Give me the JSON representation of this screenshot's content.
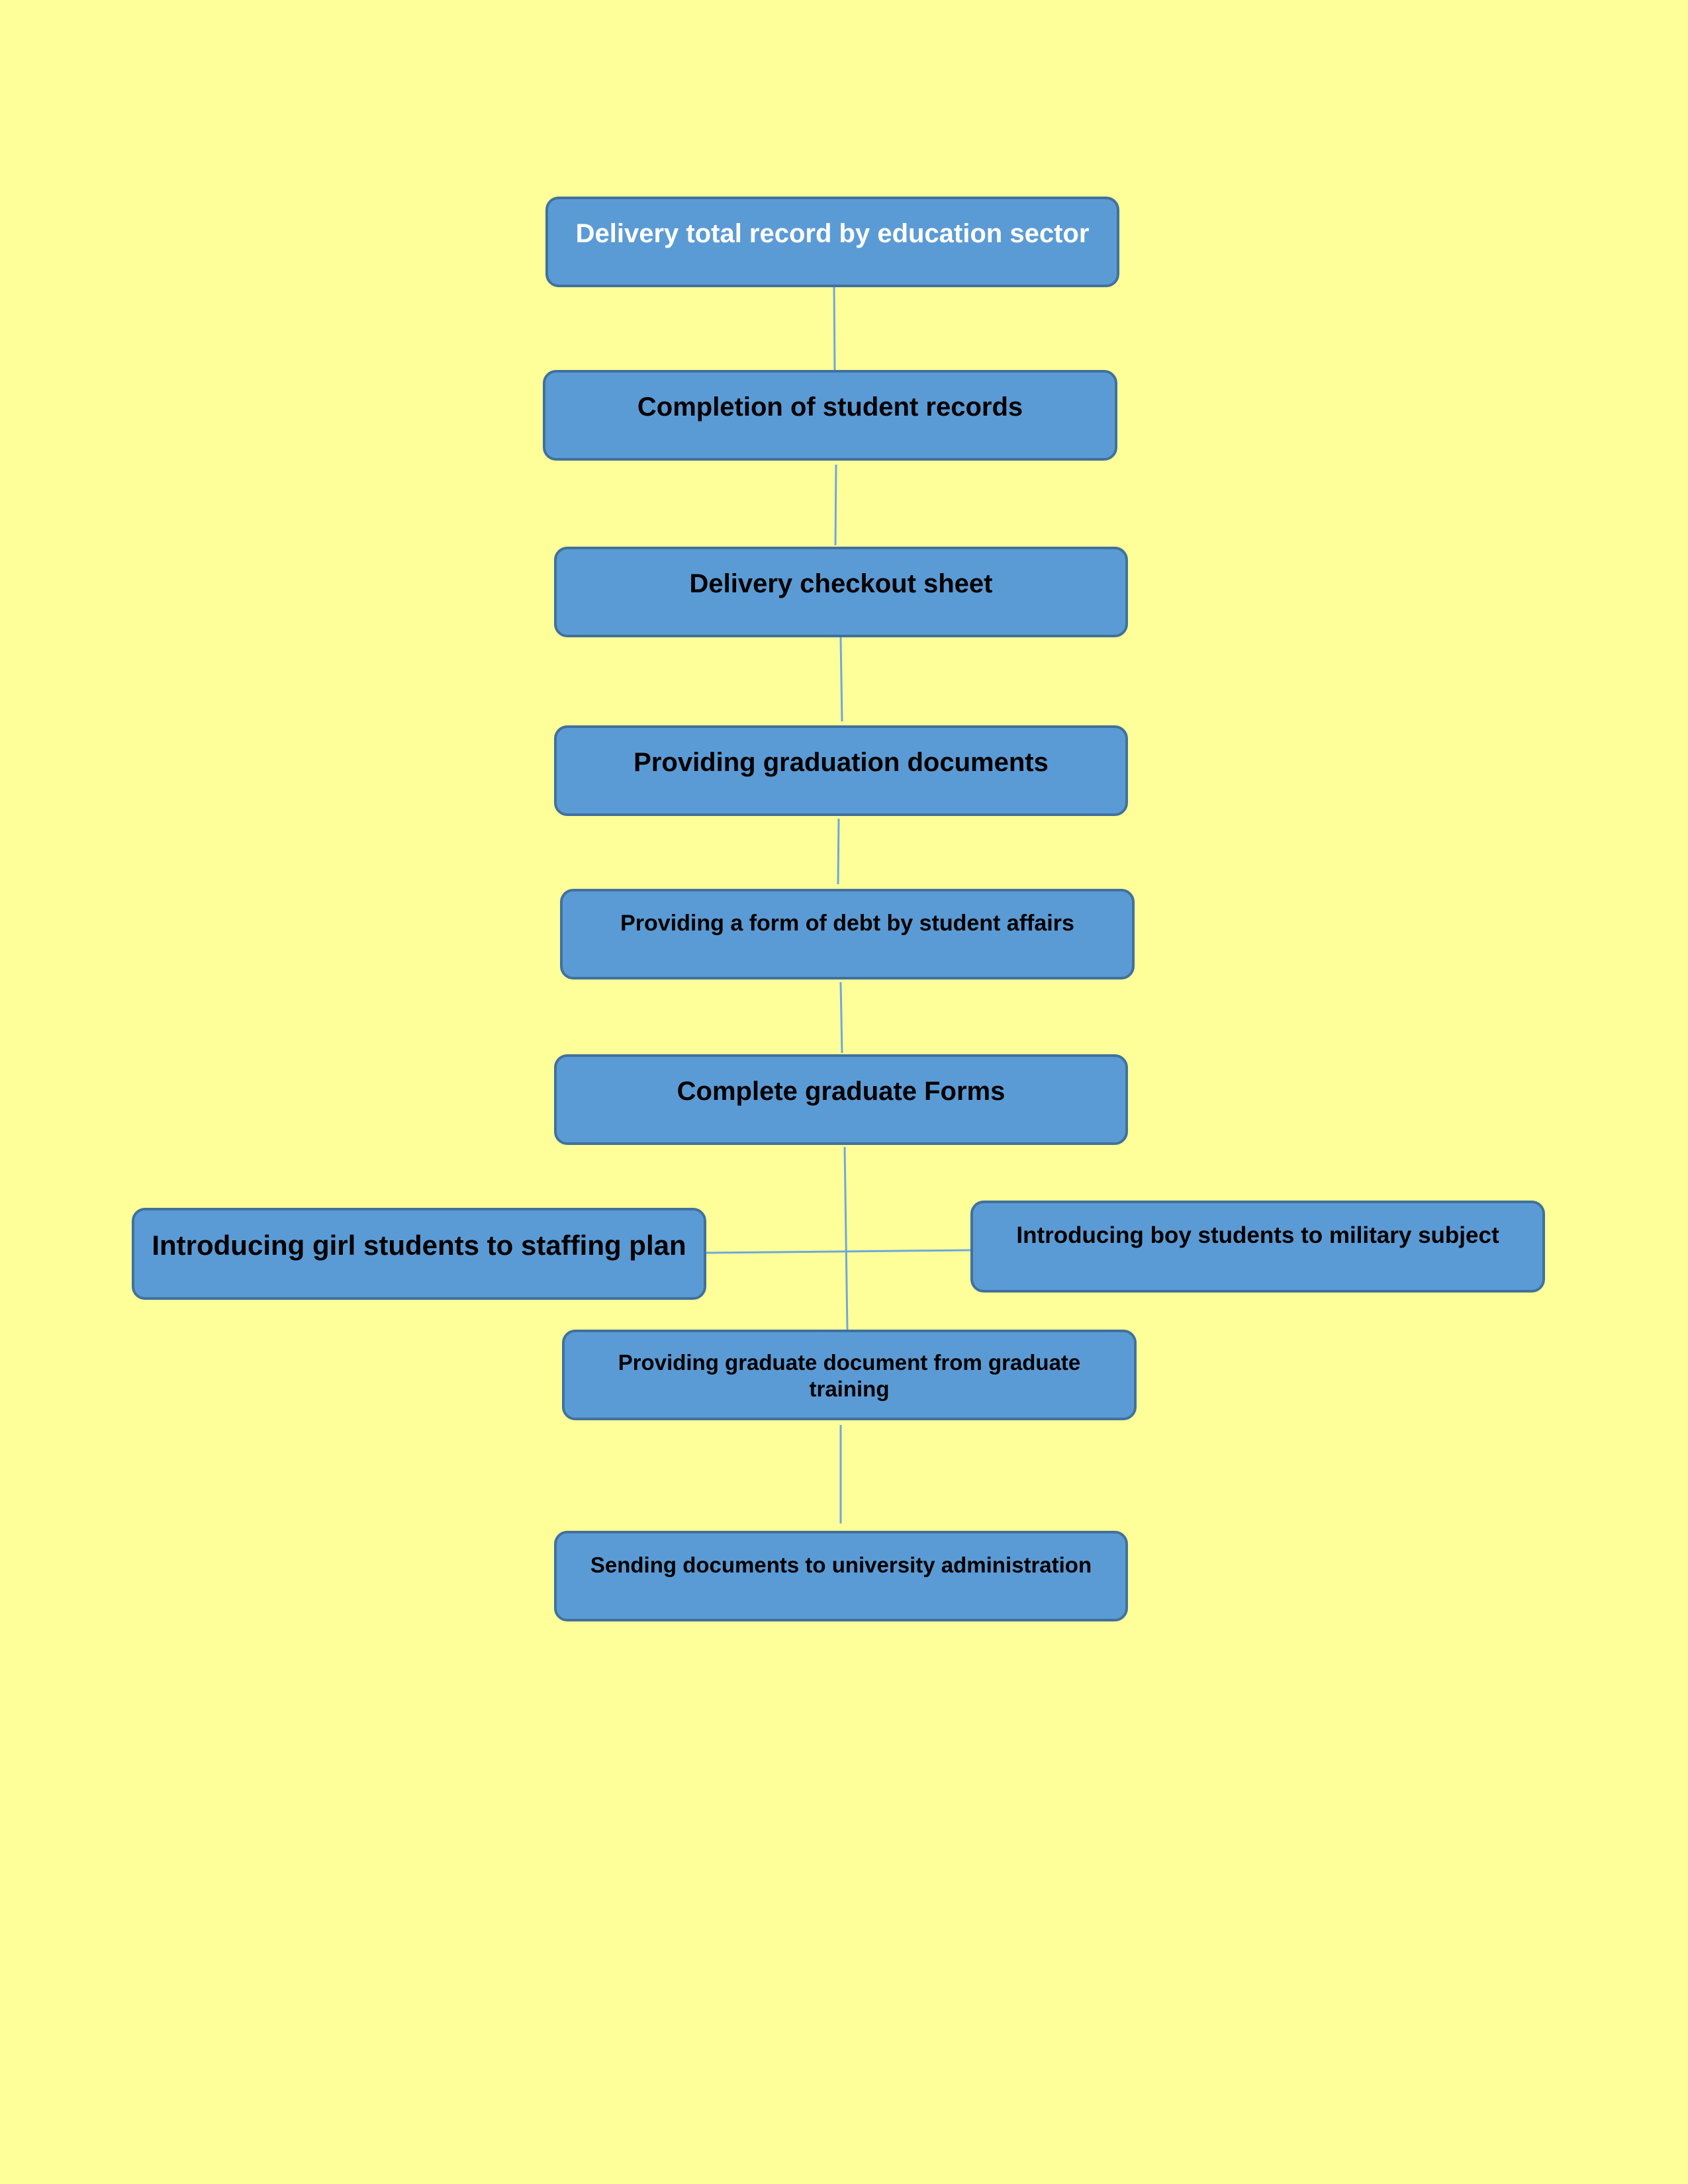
{
  "diagram": {
    "background_color": "#FFFF99",
    "box_fill_color": "#5B9BD5",
    "box_border_color": "#41719C",
    "connector_color": "#6FA8DC",
    "nodes": {
      "delivery_total_record": "Delivery total record by education sector",
      "completion_student_records": "Completion of student records",
      "delivery_checkout_sheet": "Delivery checkout sheet",
      "providing_graduation_documents": "Providing graduation documents",
      "providing_form_of_debt": "Providing a form of debt by student affairs",
      "complete_graduate_forms": "Complete graduate Forms",
      "introducing_girl_students": "Introducing girl students to staffing plan",
      "introducing_boy_students": "Introducing boy students to military subject",
      "providing_graduate_document": "Providing graduate document from graduate training",
      "sending_documents": "Sending documents to university administration"
    }
  }
}
